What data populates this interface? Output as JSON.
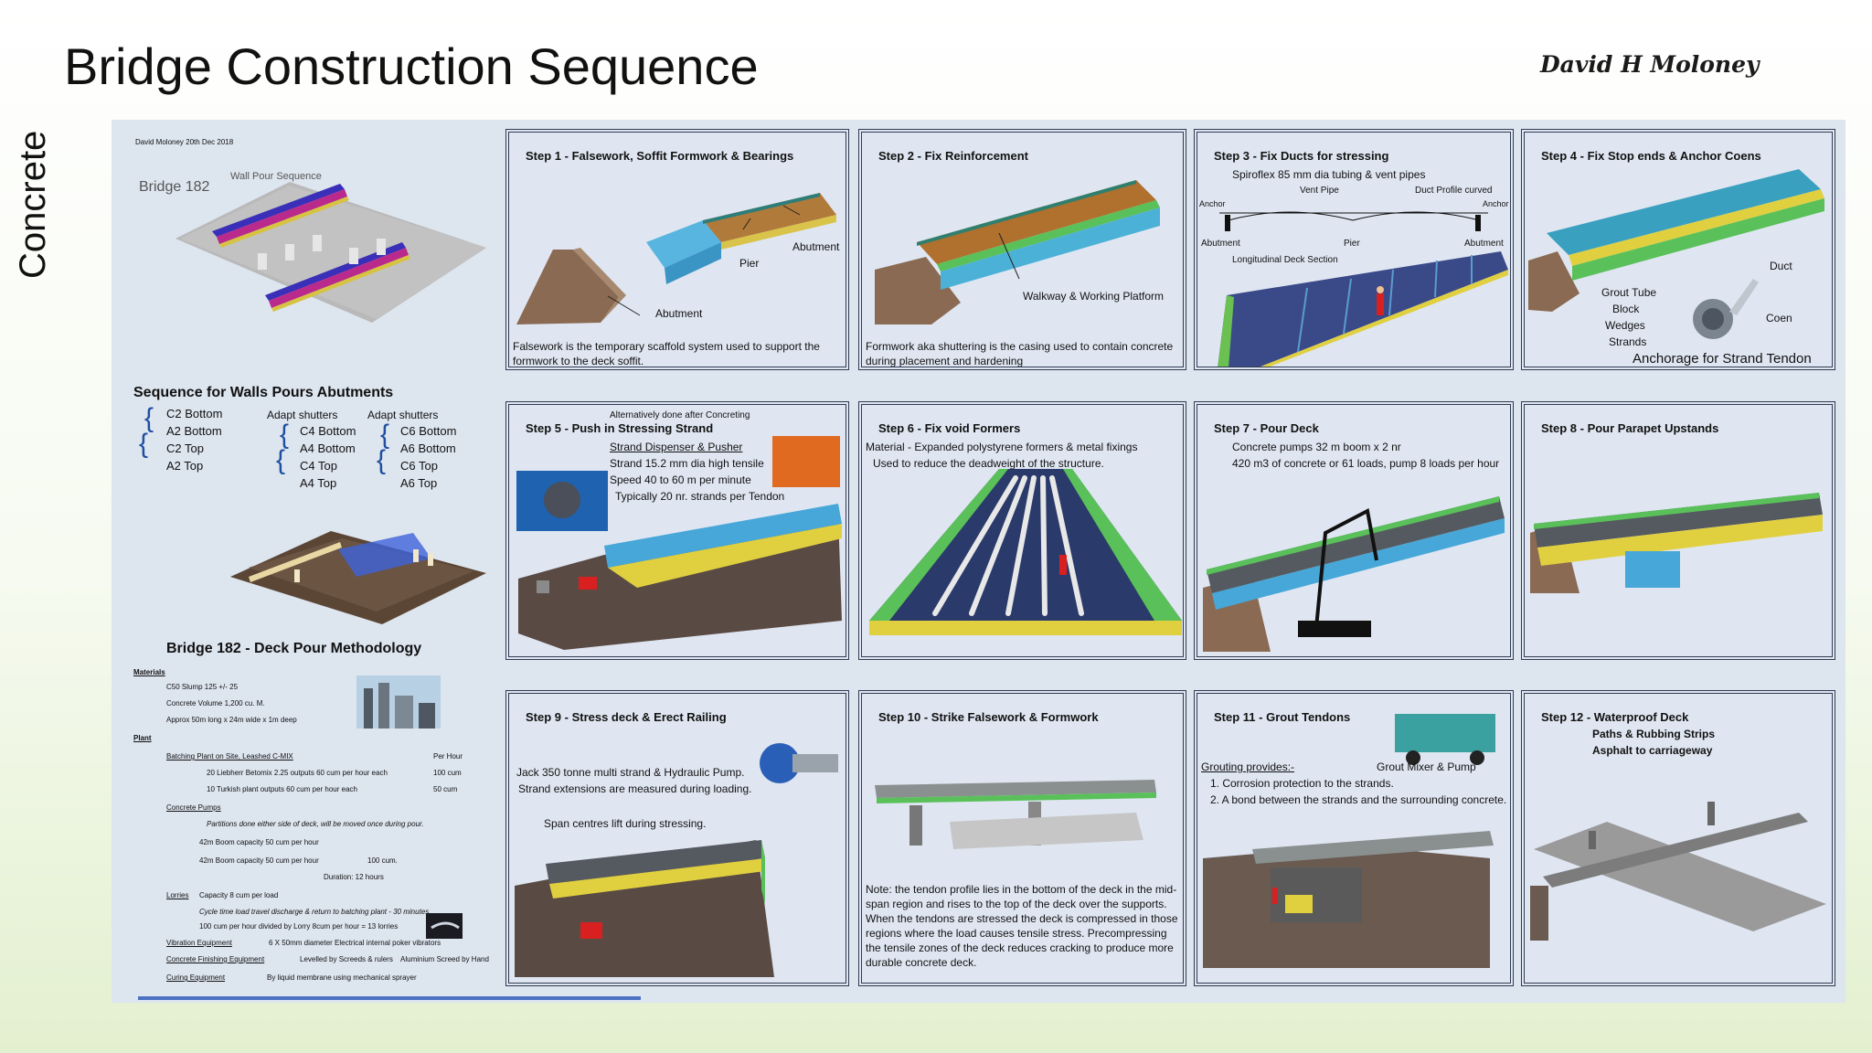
{
  "header": {
    "title": "Bridge Construction Sequence",
    "author": "David H Moloney",
    "side_label": "Concrete"
  },
  "left": {
    "tiny_author": "David Moloney 20th Dec 2018",
    "bridge_label": "Bridge 182",
    "wall_pour_label": "Wall Pour Sequence",
    "seq_title": "Sequence for Walls Pours  Abutments",
    "col1": [
      "C2 Bottom",
      "A2 Bottom",
      "C2 Top",
      "A2 Top"
    ],
    "col2_head": "Adapt shutters",
    "col2": [
      "C4 Bottom",
      "A4 Bottom",
      "C4 Top",
      "A4 Top"
    ],
    "col3_head": "Adapt shutters",
    "col3": [
      "C6 Bottom",
      "A6 Bottom",
      "C6 Top",
      "A6 Top"
    ],
    "deck_title": "Bridge 182 - Deck Pour Methodology",
    "materials_head": "Materials",
    "materials": [
      "C50 Slump 125 +/- 25",
      "Concrete Volume  1,200 cu. M.",
      "Approx 50m long x 24m wide x 1m deep"
    ],
    "plant_head": "Plant",
    "plant_line": "Batching Plant on Site, Leashed C-MIX",
    "per_hour": "Per Hour",
    "plant_rows": [
      [
        "20 Liebherr Betomix 2.25 outputs 60 cum per hour each",
        "100 cum"
      ],
      [
        "10 Turkish plant outputs 60 cum per hour each",
        "50 cum"
      ]
    ],
    "pumps_head": "Concrete Pumps",
    "pumps_note": "Partitions done either side of deck, will be moved once during pour.",
    "pumps_rows": [
      "42m Boom capacity 50 cum per hour",
      "42m Boom capacity 50 cum per hour"
    ],
    "pumps_total": "100 cum.",
    "duration": "Duration:   12 hours",
    "lorries_head": "Lorries",
    "lorries_cap": "Capacity 8 cum per load",
    "lorries_note1": "Cycle time load travel discharge & return to batching plant - 30 minutes",
    "lorries_note2": "100 cum per hour divided by Lorry 8cum per hour   = 13 lorries",
    "vib_head": "Vibration Equipment",
    "vib_text": "6 X 50mm diameter Electrical internal poker vibrators",
    "finish_head": "Concrete Finishing Equipment",
    "finish_text1": "Levelled by Screeds & rulers",
    "finish_text2": "Aluminium Screed by Hand",
    "curing_head": "Curing Equipment",
    "curing_text": "By liquid membrane using mechanical sprayer"
  },
  "steps": [
    {
      "title": "Step 1 -  Falsework, Soffit Formwork & Bearings",
      "labels": [
        "Abutment",
        "Pier",
        "Abutment"
      ],
      "caption": "Falsework is the temporary scaffold system used to support the formwork to the deck soffit."
    },
    {
      "title": "Step 2 -  Fix Reinforcement",
      "labels": [
        "Walkway & Working Platform"
      ],
      "caption": "Formwork aka shuttering is the casing used to contain concrete during placement and hardening"
    },
    {
      "title": "Step 3 -  Fix Ducts for stressing",
      "lines": [
        "Spiroflex 85 mm dia tubing & vent pipes"
      ],
      "labels": [
        "Vent Pipe",
        "Duct Profile curved",
        "Anchor",
        "Anchor",
        "Abutment",
        "Pier",
        "Abutment",
        "Longitudinal Deck Section"
      ]
    },
    {
      "title": "Step 4 -  Fix Stop ends &  Anchor Coens",
      "labels": [
        "Duct",
        "Grout Tube",
        "Block",
        "Wedges",
        "Strands",
        "Coen"
      ],
      "caption": "Anchorage for Strand Tendon"
    },
    {
      "title": "Step 5 -  Push in Stressing Strand",
      "note": "Alternatively  done after Concreting",
      "lines": [
        "Strand Dispenser & Pusher",
        "Strand 15.2 mm dia high tensile",
        "Speed 40 to 60 m per minute",
        "Typically 20 nr. strands per Tendon"
      ]
    },
    {
      "title": "Step 6 -  Fix void Formers",
      "lines": [
        "Material - Expanded polystyrene formers & metal fixings",
        "Used to reduce the deadweight of the structure."
      ]
    },
    {
      "title": "Step 7 -  Pour Deck",
      "lines": [
        "Concrete pumps 32 m boom x 2 nr",
        "420 m3 of concrete or 61 loads,  pump 8 loads per hour"
      ]
    },
    {
      "title": "Step 8 -  Pour Parapet Upstands"
    },
    {
      "title": "Step 9 -  Stress deck & Erect Railing",
      "lines": [
        "Jack 350 tonne multi strand & Hydraulic Pump.",
        "Strand extensions are measured during loading.",
        "Span centres lift during stressing."
      ]
    },
    {
      "title": "Step 10 -  Strike Falsework & Formwork",
      "caption": "Note: the tendon profile lies in the bottom of the deck in the mid-span region and rises to the top of the deck over the supports. When the tendons are stressed the deck is compressed in those regions where the load causes tensile stress. Precompressing the tensile zones of the deck reduces cracking to produce more durable concrete deck."
    },
    {
      "title": "Step 11 -  Grout Tendons",
      "lines": [
        "Grouting provides:-",
        "Grout Mixer & Pump",
        "1. Corrosion protection to the strands.",
        "2. A bond between the strands and the surrounding concrete."
      ]
    },
    {
      "title": "Step 12 -  Waterproof Deck",
      "lines": [
        "Paths & Rubbing Strips",
        "Asphalt to carriageway"
      ]
    }
  ]
}
